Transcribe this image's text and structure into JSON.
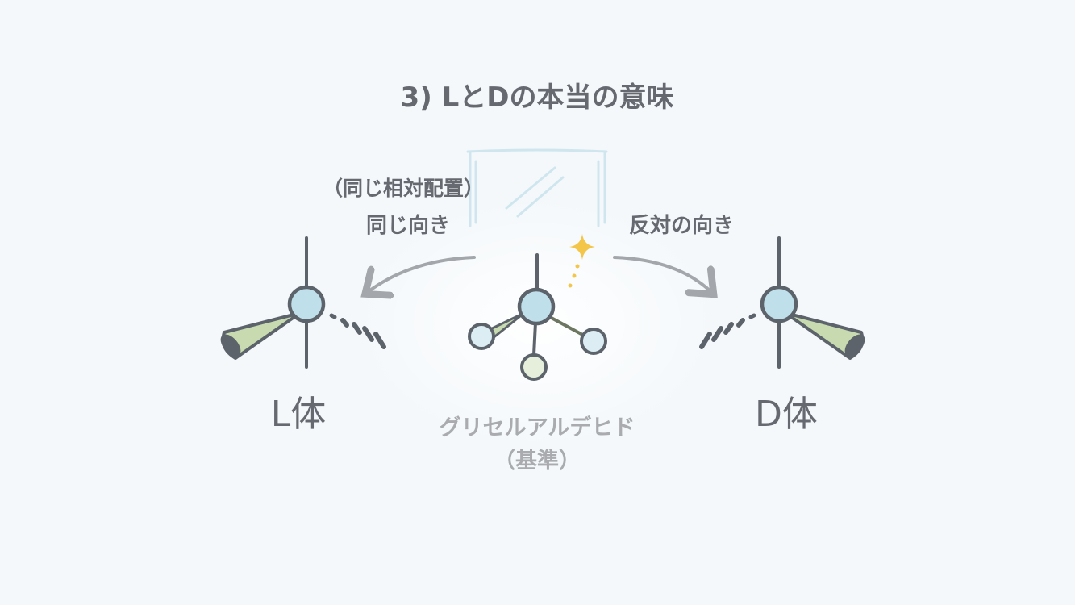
{
  "title": "3) LとDの本当の意味",
  "labels": {
    "same_relative": "（同じ相対配置）",
    "same_direction": "同じ向き",
    "opposite_direction": "反対の向き",
    "l_form": "L体",
    "d_form": "D体",
    "reference_name": "グリセルアルデヒド",
    "reference_note": "（基準）"
  },
  "colors": {
    "text": "#666a70",
    "muted": "#a9abae",
    "bond": "#5d636b",
    "atom_fill": "#bfe0ea",
    "wedge_fill": "#c8dbb0",
    "arrow": "#a3a6aa",
    "sparkle": "#f3c64a",
    "mirror": "#cfe6ef"
  }
}
